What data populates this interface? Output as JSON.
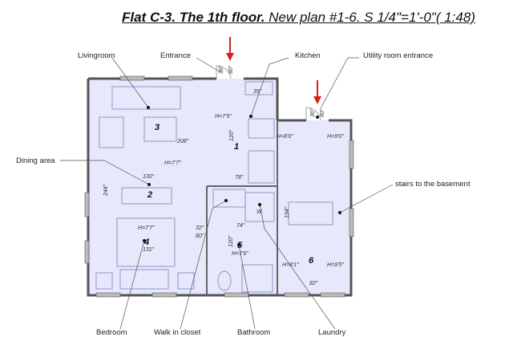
{
  "title": {
    "bold": "Flat C-3. The 1th floor.",
    "rest": " New plan #1-6.  S 1/4\"=1'-0\"( 1:48)"
  },
  "callouts": {
    "livingroom": "Livingroom",
    "entrance": "Entrance",
    "kitchen": "Kitchen",
    "utility": "Utility room entrance",
    "dining": "Dining area",
    "stairs": "stairs to the basement",
    "bedroom": "Bedroom",
    "walkin": "Walk in closet",
    "bathroom": "Bathroom",
    "laundry": "Laundry"
  },
  "rooms": {
    "r1": "1",
    "r2": "2",
    "r3": "3",
    "r4": "4",
    "r5": "5",
    "r6": "6"
  },
  "dims": {
    "d36a": "36\"",
    "d80a": "80\"",
    "d36b": "36\"",
    "d80b": "80\"",
    "d35": "35\"",
    "d120a": "120\"",
    "d208": "208\"",
    "d130": "130\"",
    "d78": "78\"",
    "d244": "244\"",
    "d131": "131\"",
    "d74": "74\"",
    "d32": "32\"",
    "d80c": "80\"",
    "d120b": "120\"",
    "d194": "194\"",
    "d82": "82\"",
    "h75": "H=7'5\"",
    "h77a": "H=7'7\"",
    "h77b": "H=7'7\"",
    "h80": "H=8'0\"",
    "h90": "H=9'0\"",
    "h76": "H=7'6\"",
    "h81": "H=8'1\"",
    "h95": "H=9'5\"",
    "w": "W"
  },
  "colors": {
    "room_fill": "#e6e8fb",
    "wall": "#555555",
    "arrow": "#d9201b"
  }
}
